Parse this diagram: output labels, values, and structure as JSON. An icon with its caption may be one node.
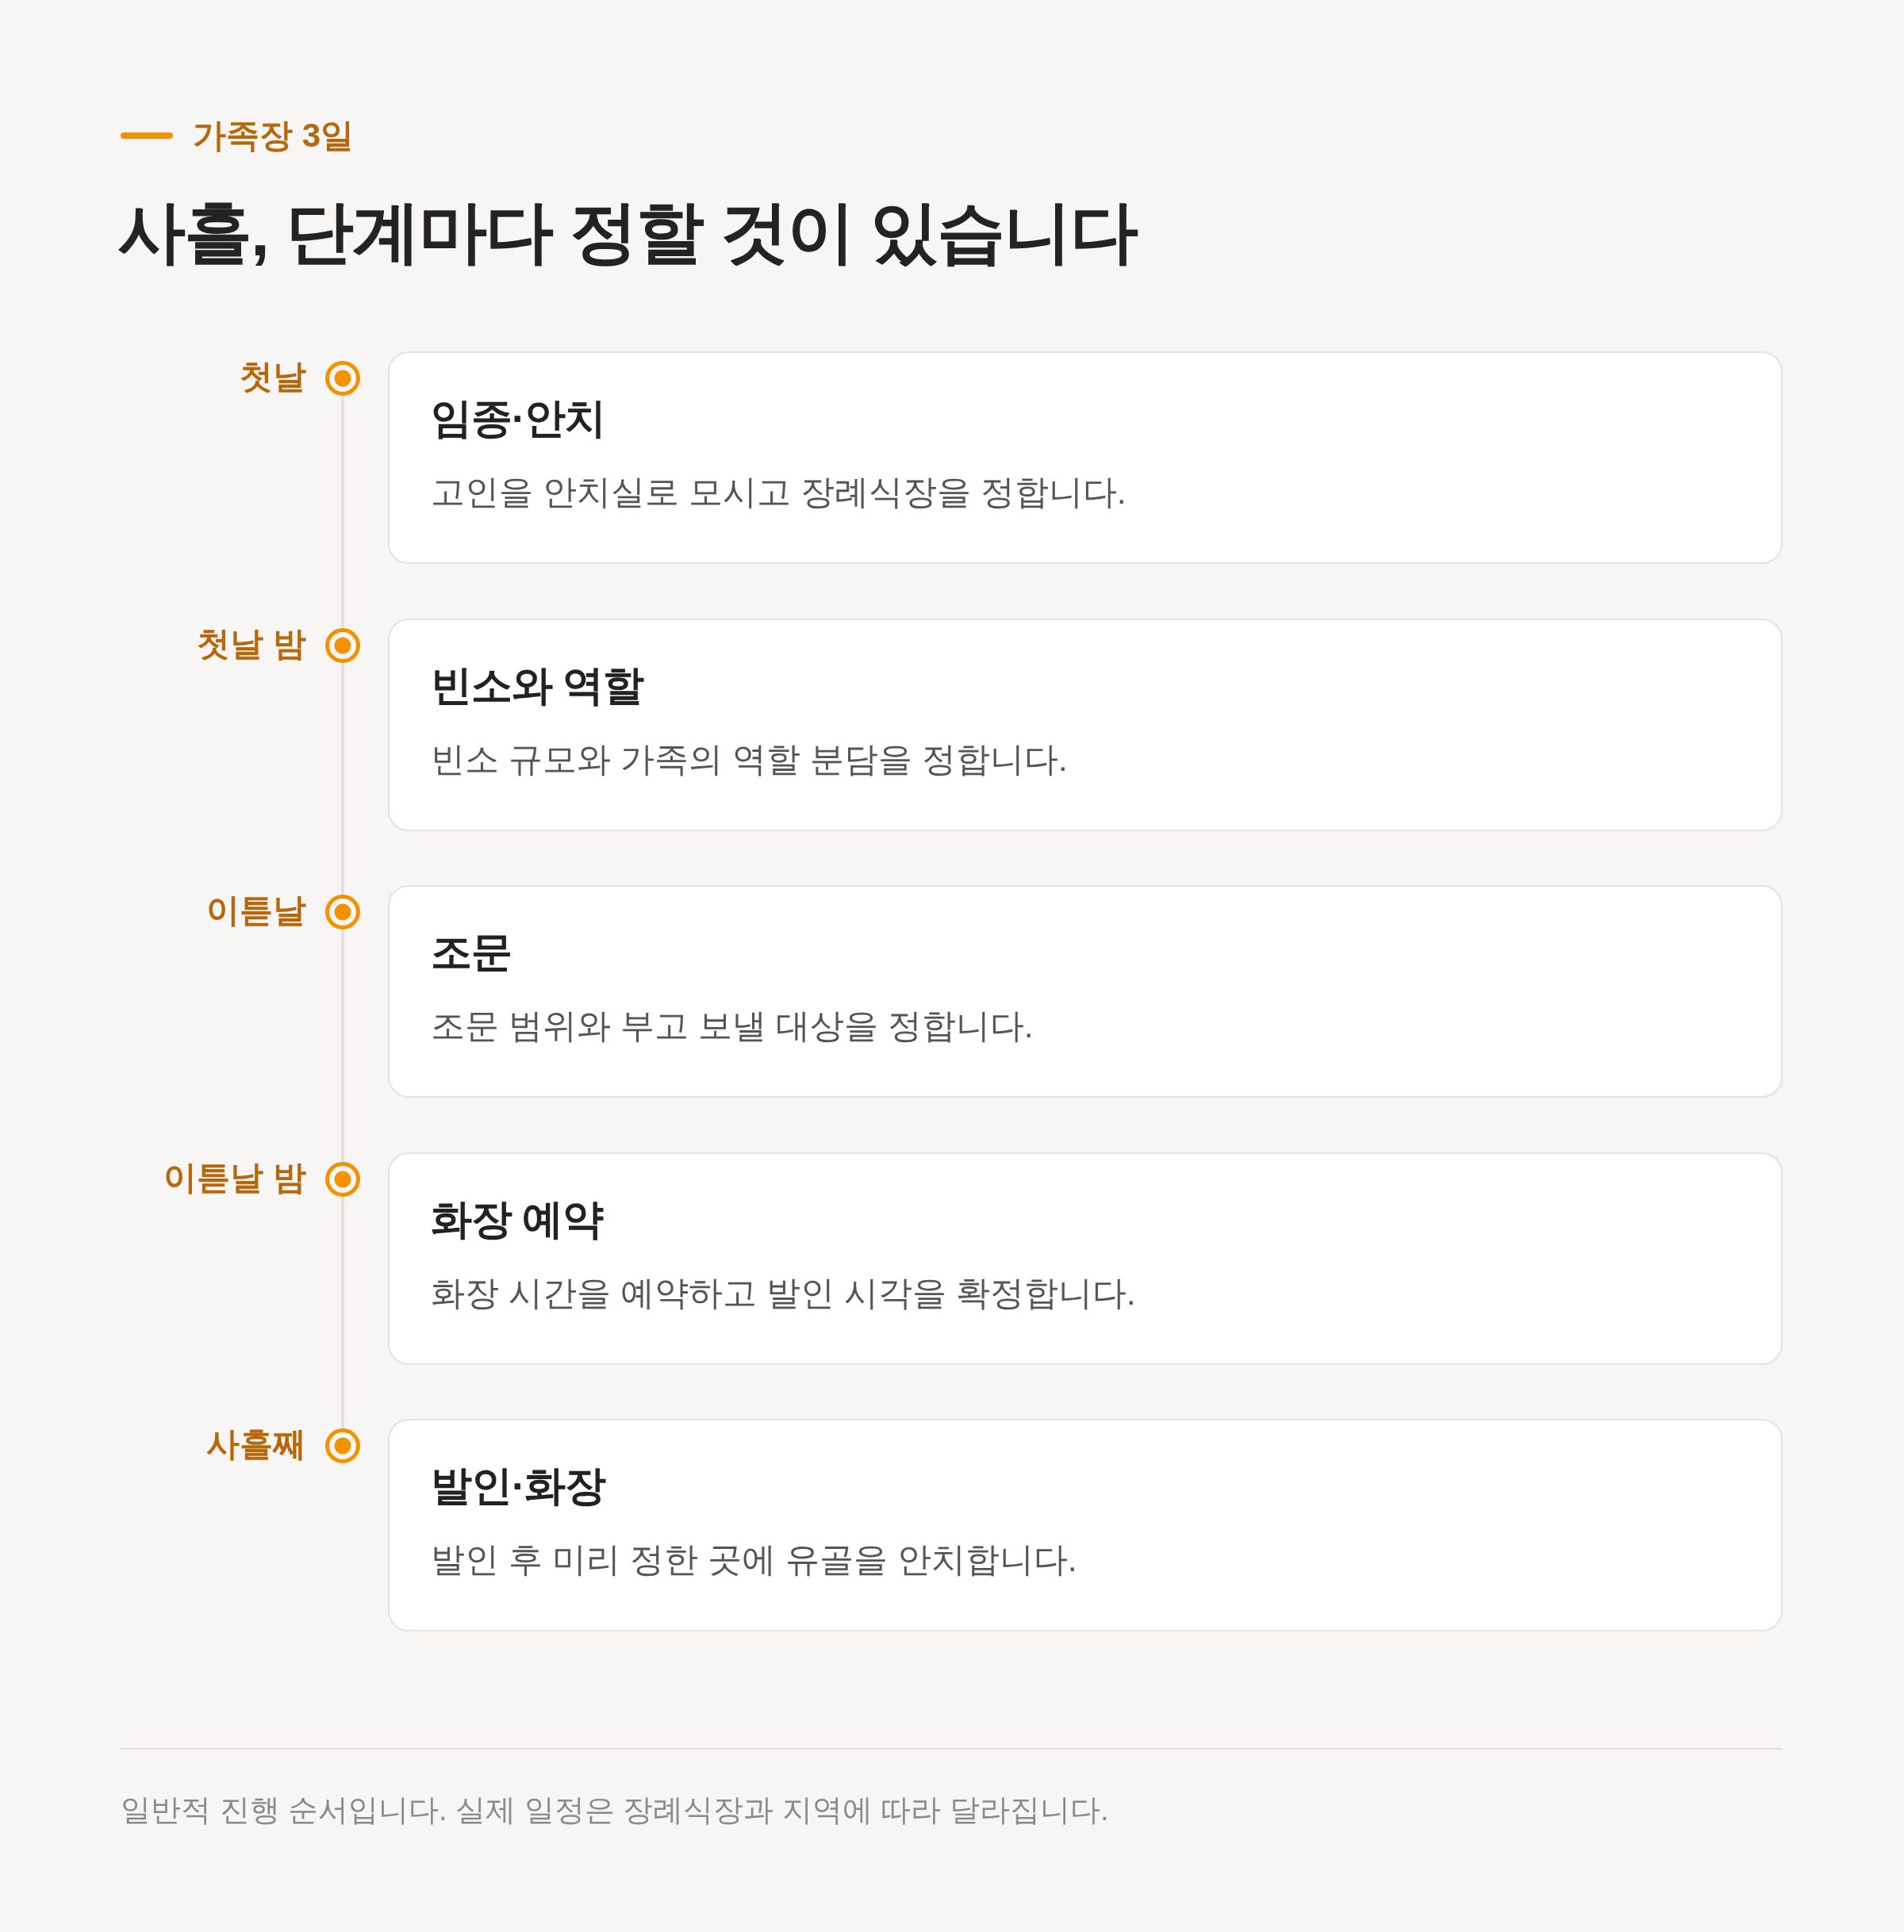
{
  "diagram": {
    "title": "사흘, 단계마다 정할 것이 있습니다",
    "caption": "일반적 진행 순서입니다. 실제 일정은 장례식장과 지역에 따라 달라집니다.",
    "nodes": [
      {
        "text": [
          "임종·안치",
          "고인을 안치실로 모시고 장례식장을 정합니다."
        ],
        "beside": [
          "첫날"
        ]
      },
      {
        "text": [
          "빈소와 역할",
          "빈소 규모와 가족의 역할 분담을 정합니다."
        ],
        "beside": [
          "첫날 밤"
        ]
      },
      {
        "text": [
          "조문",
          "조문 범위와 부고 보낼 대상을 정합니다."
        ],
        "beside": [
          "이튿날"
        ]
      },
      {
        "text": [
          "화장 예약",
          "화장 시간을 예약하고 발인 시각을 확정합니다."
        ],
        "beside": [
          "이튿날 밤"
        ]
      },
      {
        "text": [
          "발인·화장",
          "발인 후 미리 정한 곳에 유골을 안치합니다."
        ],
        "beside": [
          "사흘째"
        ]
      }
    ],
    "labels": [
      "가족장 3일"
    ]
  }
}
